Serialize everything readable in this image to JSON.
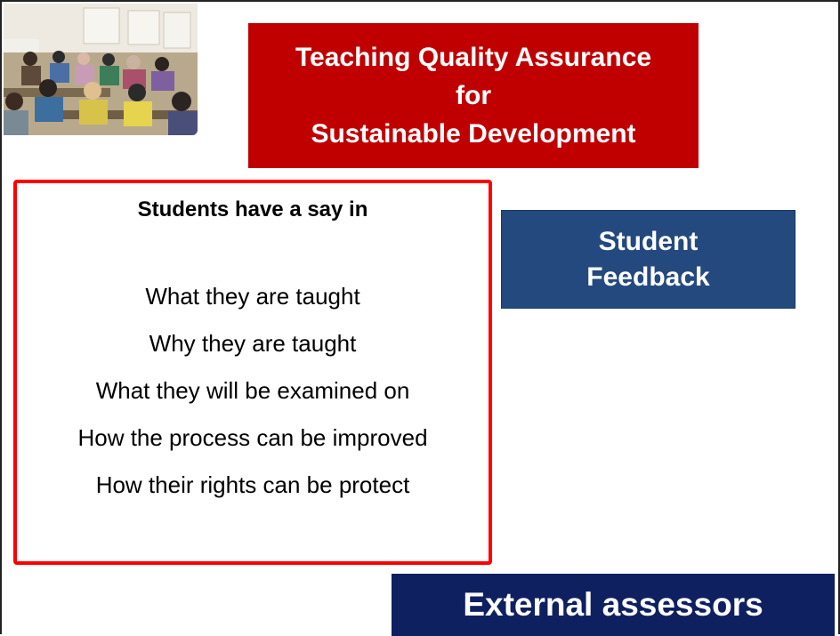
{
  "photo": {
    "icon": "classroom-photo"
  },
  "title": {
    "line1": "Teaching Quality Assurance",
    "line2": "for",
    "line3": "Sustainable Development"
  },
  "say_box": {
    "heading": "Students have a say in",
    "items": [
      "What they are taught",
      "Why they are taught",
      "What they will be examined on",
      "How the process can be improved",
      "How their rights can be protect"
    ]
  },
  "feedback": {
    "line1": "Student",
    "line2": "Feedback"
  },
  "assessors": {
    "label": "External assessors"
  },
  "colors": {
    "title_bg": "#c00000",
    "say_border": "#ff0000",
    "feedback_bg": "#24497e",
    "assessors_bg": "#0f2060"
  }
}
